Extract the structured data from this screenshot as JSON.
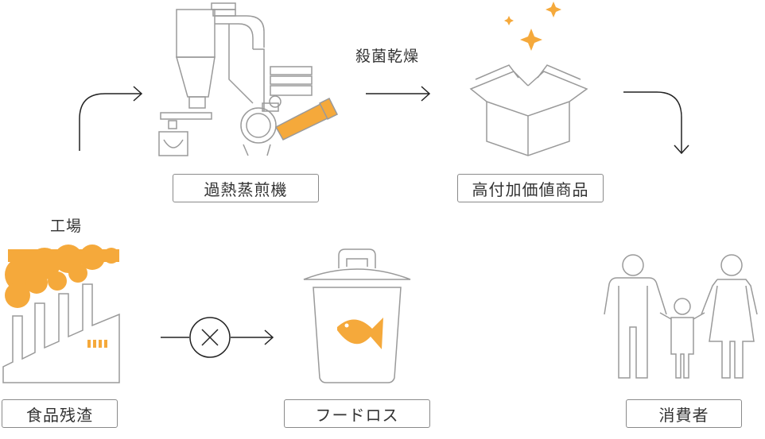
{
  "labels": {
    "machine": "過熱蒸煎機",
    "product": "高付加価値商品",
    "sterilize": "殺菌乾燥",
    "factory": "工場",
    "residue": "食品残渣",
    "food_loss": "フードロス",
    "consumer": "消費者"
  },
  "colors": {
    "accent": "#f5a93b",
    "line": "#9a9a9a",
    "arrow": "#222222"
  },
  "icons": [
    "food-machine-icon",
    "gift-box-icon",
    "factory-icon",
    "trash-can-icon",
    "fish-icon",
    "family-icon",
    "cross-circle-icon"
  ]
}
